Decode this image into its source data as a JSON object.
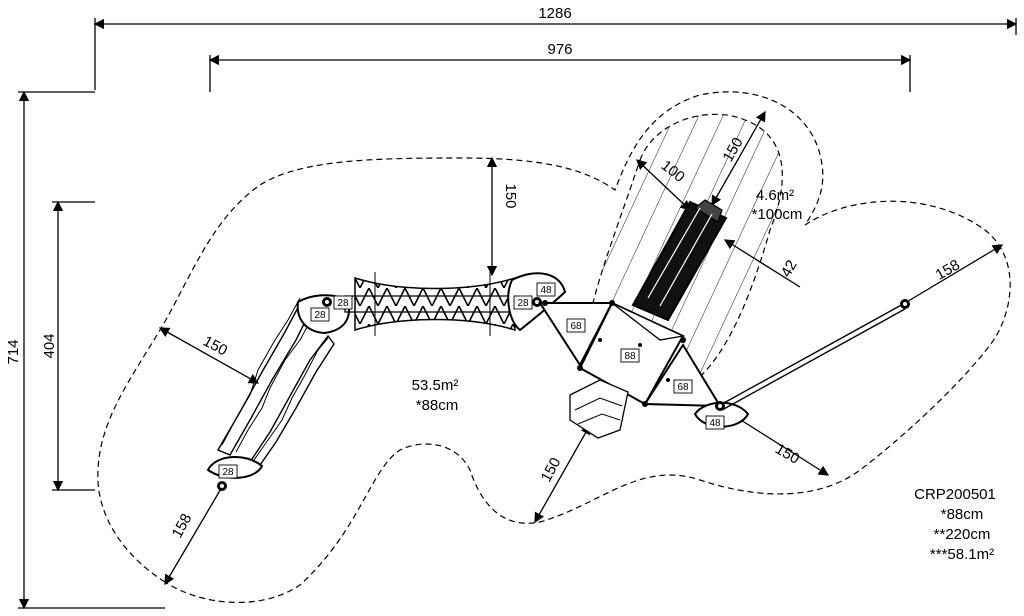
{
  "dimensions": {
    "overall_width": "1286",
    "inner_width": "976",
    "overall_height": "714",
    "inner_height": "404",
    "clearance_top": "150",
    "clearance_left": "150",
    "clearance_bottom": "150",
    "clearance_right": "150",
    "radius_left": "158",
    "radius_right": "158",
    "slide_width": "100",
    "slide_clearance": "150",
    "slide_offset": "42"
  },
  "zones": {
    "main_area": "53.5m²",
    "main_height": "*88cm",
    "slide_area": "4.6m²",
    "slide_height": "*100cm"
  },
  "platform_tags": {
    "t28a": "28",
    "t28b": "28",
    "t28c": "28",
    "t28d": "28",
    "t48a": "48",
    "t48b": "48",
    "t68a": "68",
    "t68b": "68",
    "t88": "88"
  },
  "legend": {
    "code": "CRP200501",
    "line1": "*88cm",
    "line2": "**220cm",
    "line3": "***58.1m²"
  }
}
